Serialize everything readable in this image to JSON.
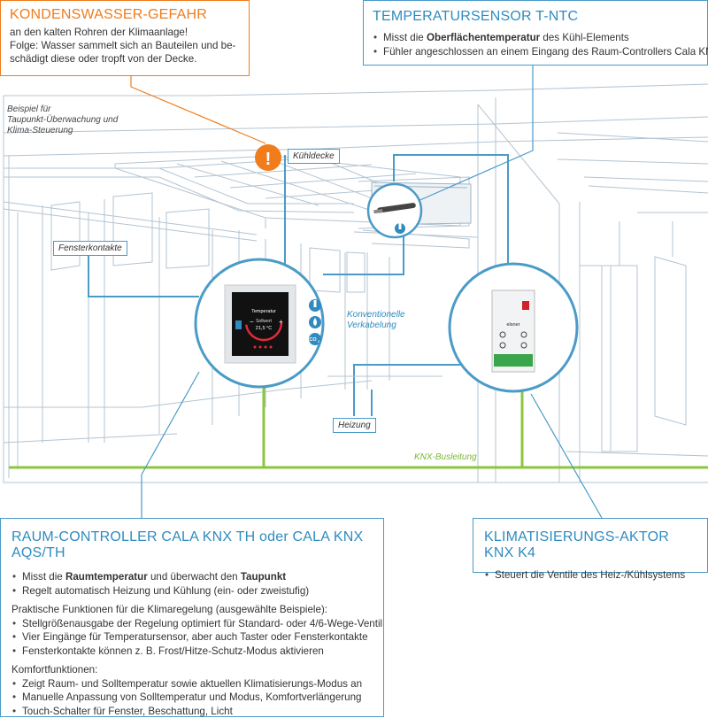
{
  "kondenswasser": {
    "title": "KONDENSWASSER-GEFAHR",
    "line1": "an den kalten Rohren der Klimaanlage!",
    "line2": "Folge: Wasser sammelt sich an Bauteilen und be-",
    "line3": "schädigt diese oder tropft von der Decke."
  },
  "temperatursensor": {
    "title": "TEMPERATURSENSOR T-NTC",
    "b1_pre": "Misst die ",
    "b1_bold": "Oberflächentemperatur",
    "b1_post": " des Kühl-Elements",
    "b2": "Fühler angeschlossen an einem Eingang des Raum-Controllers Cala KNX"
  },
  "scene": {
    "beispiel_line1": "Beispiel für",
    "beispiel_line2": "Taupunkt-Überwachung und",
    "beispiel_line3": "Klima-Steuerung",
    "kuehldecke": "Kühldecke",
    "fensterkontakte": "Fensterkontakte",
    "konventionelle_line1": "Konventionelle",
    "konventionelle_line2": "Verkabelung",
    "heizung": "Heizung",
    "knx_busleitung": "KNX-Busleitung",
    "warning_mark": "!",
    "co2_label": "CO",
    "co2_sub": "2",
    "display_title": "Temperatur",
    "display_label": "Sollwert",
    "display_value": "21,5 °C",
    "device_brand": "elsner"
  },
  "raum_controller": {
    "title": "RAUM-CONTROLLER CALA KNX TH oder CALA KNX AQS/TH",
    "b1_pre": "Misst die ",
    "b1_bold1": "Raumtemperatur",
    "b1_mid": " und überwacht den ",
    "b1_bold2": "Taupunkt",
    "b2": "Regelt automatisch Heizung und Kühlung (ein- oder zweistufig)",
    "section1": "Praktische Funktionen für die Klimaregelung (ausgewählte Beispiele):",
    "s1b1": "Stellgrößenausgabe der Regelung optimiert für Standard- oder 4/6-Wege-Ventil",
    "s1b2": "Vier Eingänge für Temperatursensor, aber auch Taster oder Fensterkontakte",
    "s1b3": "Fensterkontakte können z. B. Frost/Hitze-Schutz-Modus aktivieren",
    "section2": "Komfortfunktionen:",
    "s2b1": "Zeigt Raum- und Solltemperatur sowie aktuellen Klimatisierungs-Modus an",
    "s2b2": "Manuelle Anpassung von Solltemperatur und Modus, Komfortverlängerung",
    "s2b3": "Touch-Schalter für Fenster, Beschattung, Licht"
  },
  "aktor": {
    "title": "KLIMATISIERUNGS-AKTOR KNX K4",
    "b1": "Steuert die Ventile des Heiz-/Kühlsystems"
  },
  "colors": {
    "orange": "#f07c1c",
    "blue": "#4a9bc7",
    "green": "#8cc63f",
    "line_art": "#9fb3c4"
  }
}
